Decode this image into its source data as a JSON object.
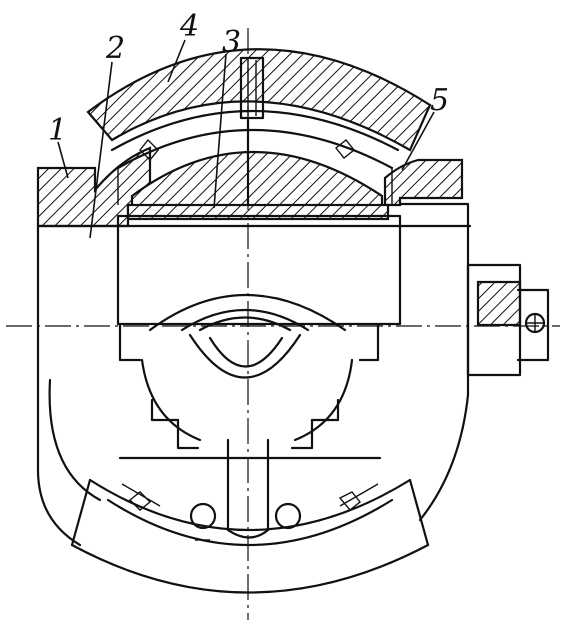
{
  "callouts": [
    {
      "id": "1",
      "text": "1"
    },
    {
      "id": "2",
      "text": "2"
    },
    {
      "id": "3",
      "text": "3"
    },
    {
      "id": "4",
      "text": "4"
    },
    {
      "id": "5",
      "text": "5"
    }
  ],
  "colors": {
    "ink": "#111111",
    "paper": "#ffffff"
  }
}
